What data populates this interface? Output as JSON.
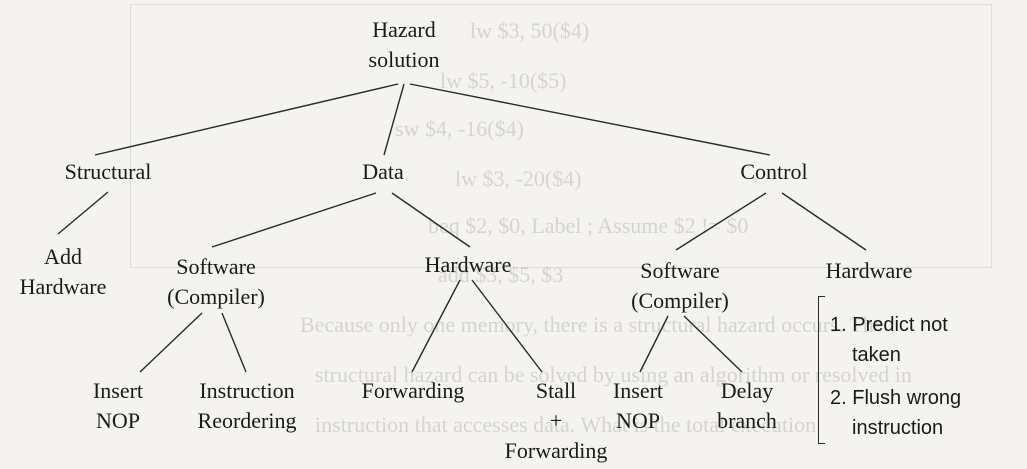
{
  "background_text": [
    "lw  $3, 50($4)",
    "lw  $5, -10($5)",
    "sw  $4, -16($4)",
    "lw  $3, -20($4)",
    "beq  $2, $0, Label  ; Assume $2 != $0",
    "add  $3, $5, $3",
    "Because only one memory, there is a structural hazard occurs. The",
    "structural hazard can be solved by using an algorithm or resolved in",
    "instruction that accesses data. What is the total execution"
  ],
  "diagram": {
    "root": {
      "line1": "Hazard",
      "line2": "solution"
    },
    "structural": {
      "label": "Structural",
      "add_hardware": {
        "line1": "Add",
        "line2": "Hardware"
      }
    },
    "data": {
      "label": "Data",
      "software": {
        "line1": "Software",
        "line2": "(Compiler)",
        "insert_nop": {
          "line1": "Insert",
          "line2": "NOP"
        },
        "reordering": {
          "line1": "Instruction",
          "line2": "Reordering"
        }
      },
      "hardware": {
        "label": "Hardware",
        "forwarding": "Forwarding",
        "stall_forwarding": {
          "line1": "Stall",
          "line2": "+",
          "line3": "Forwarding"
        }
      }
    },
    "control": {
      "label": "Control",
      "software": {
        "line1": "Software",
        "line2": "(Compiler)",
        "insert_nop": {
          "line1": "Insert",
          "line2": "NOP"
        },
        "delay_branch": {
          "line1": "Delay",
          "line2": "branch"
        }
      },
      "hardware": {
        "label": "Hardware",
        "items": [
          {
            "line1": "1. Predict not",
            "line2": "taken"
          },
          {
            "line1": "2. Flush wrong",
            "line2": "instruction"
          }
        ]
      }
    }
  }
}
